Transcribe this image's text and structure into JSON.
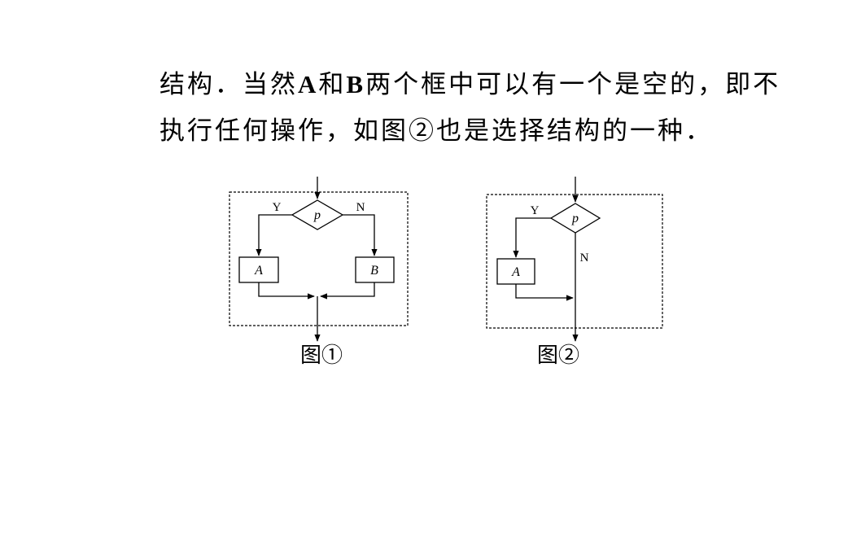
{
  "paragraph": {
    "line1_part1": "结构．当然",
    "line1_bold1": "A",
    "line1_part2": "和",
    "line1_bold2": "B",
    "line1_part3": "两个框中可以有一个是空的，即不",
    "line2": "执行任何操作，如图②也是选择结构的一种．"
  },
  "figure1": {
    "condition": "p",
    "yes_label": "Y",
    "no_label": "N",
    "box_a": "A",
    "box_b": "B",
    "caption": "图①"
  },
  "figure2": {
    "condition": "p",
    "yes_label": "Y",
    "no_label": "N",
    "box_a": "A",
    "caption": "图②"
  }
}
